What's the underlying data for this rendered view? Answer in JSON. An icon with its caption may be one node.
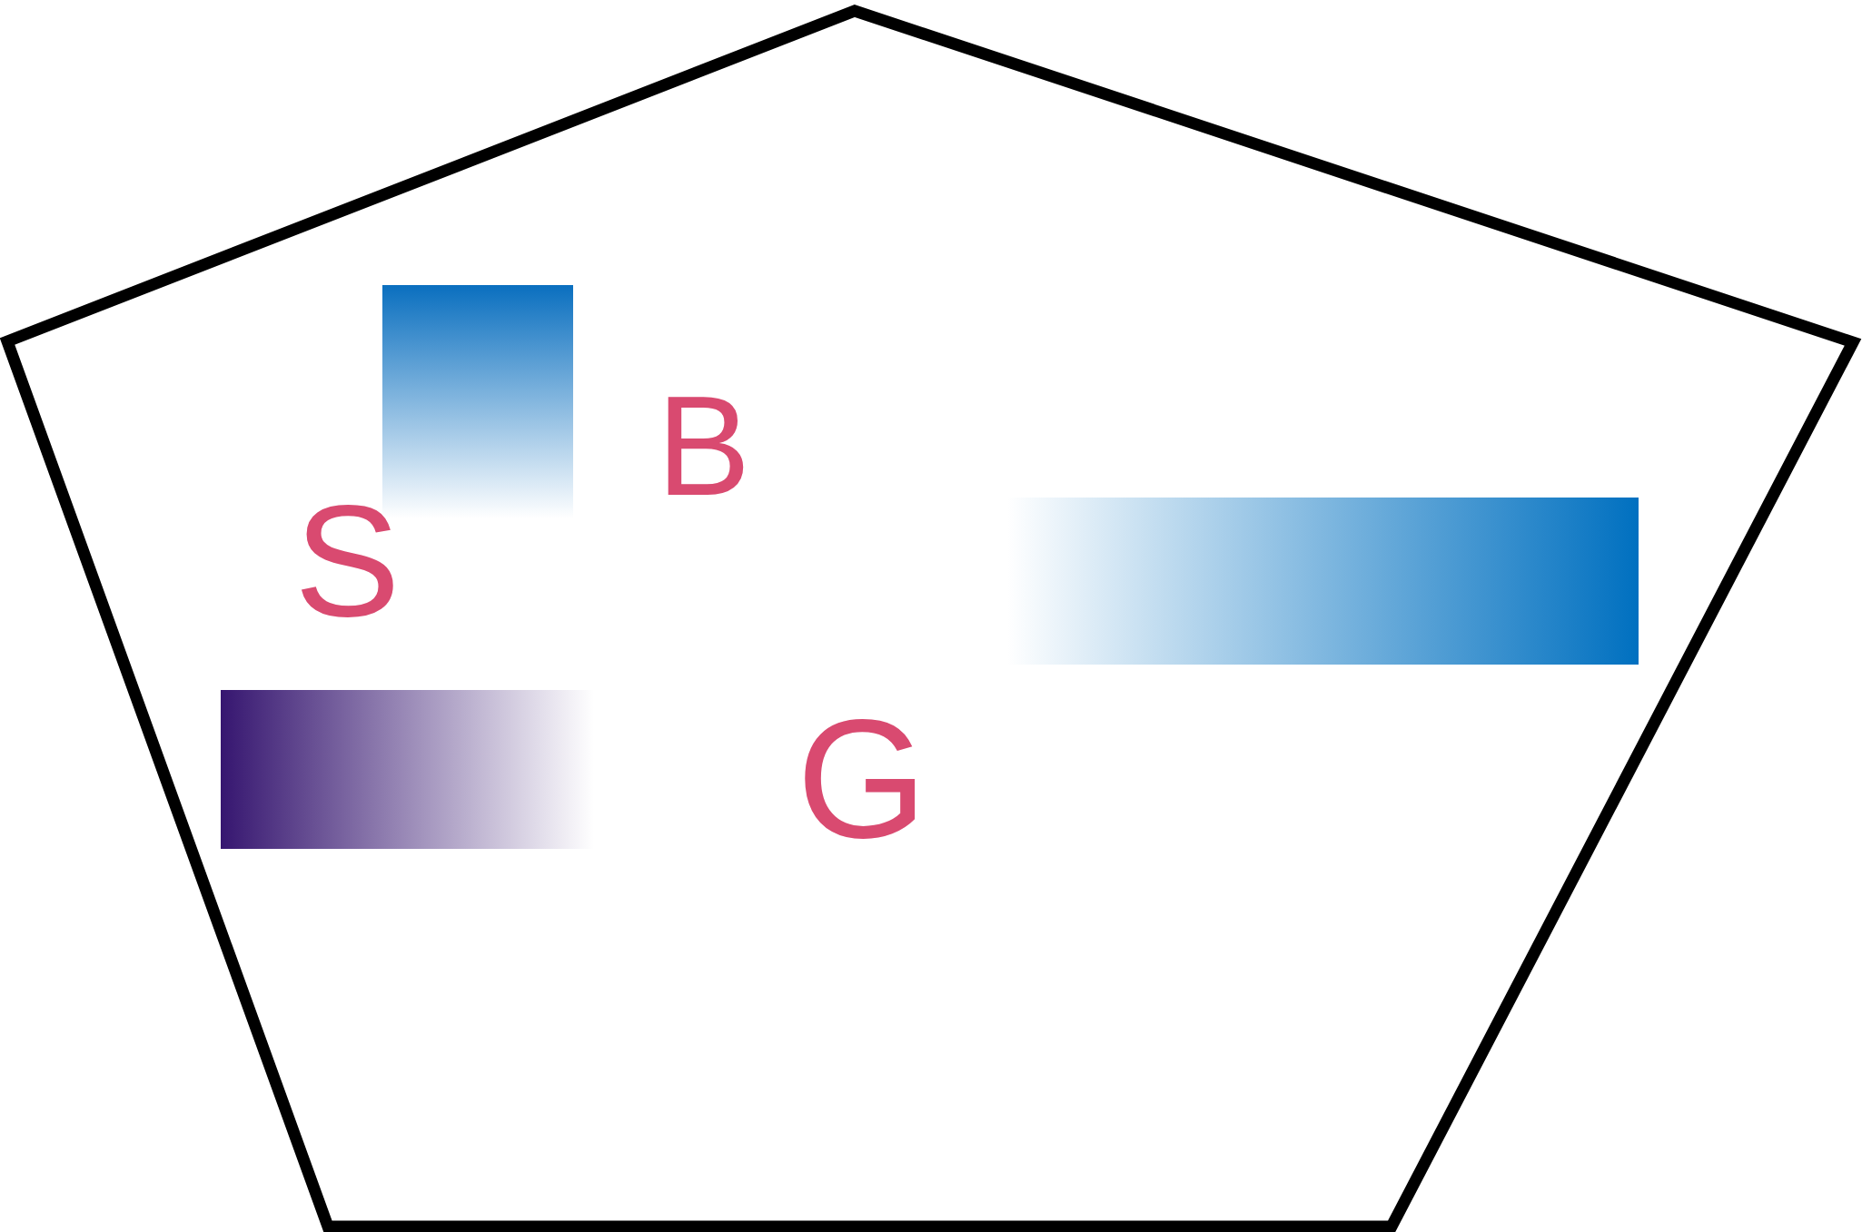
{
  "diagram": {
    "nodes": [
      {
        "text": [],
        "shape": "bar"
      },
      {
        "text": [],
        "shape": "bar"
      },
      {
        "text": [],
        "shape": "bar"
      }
    ],
    "labels": [
      "B",
      "S",
      "G"
    ]
  }
}
